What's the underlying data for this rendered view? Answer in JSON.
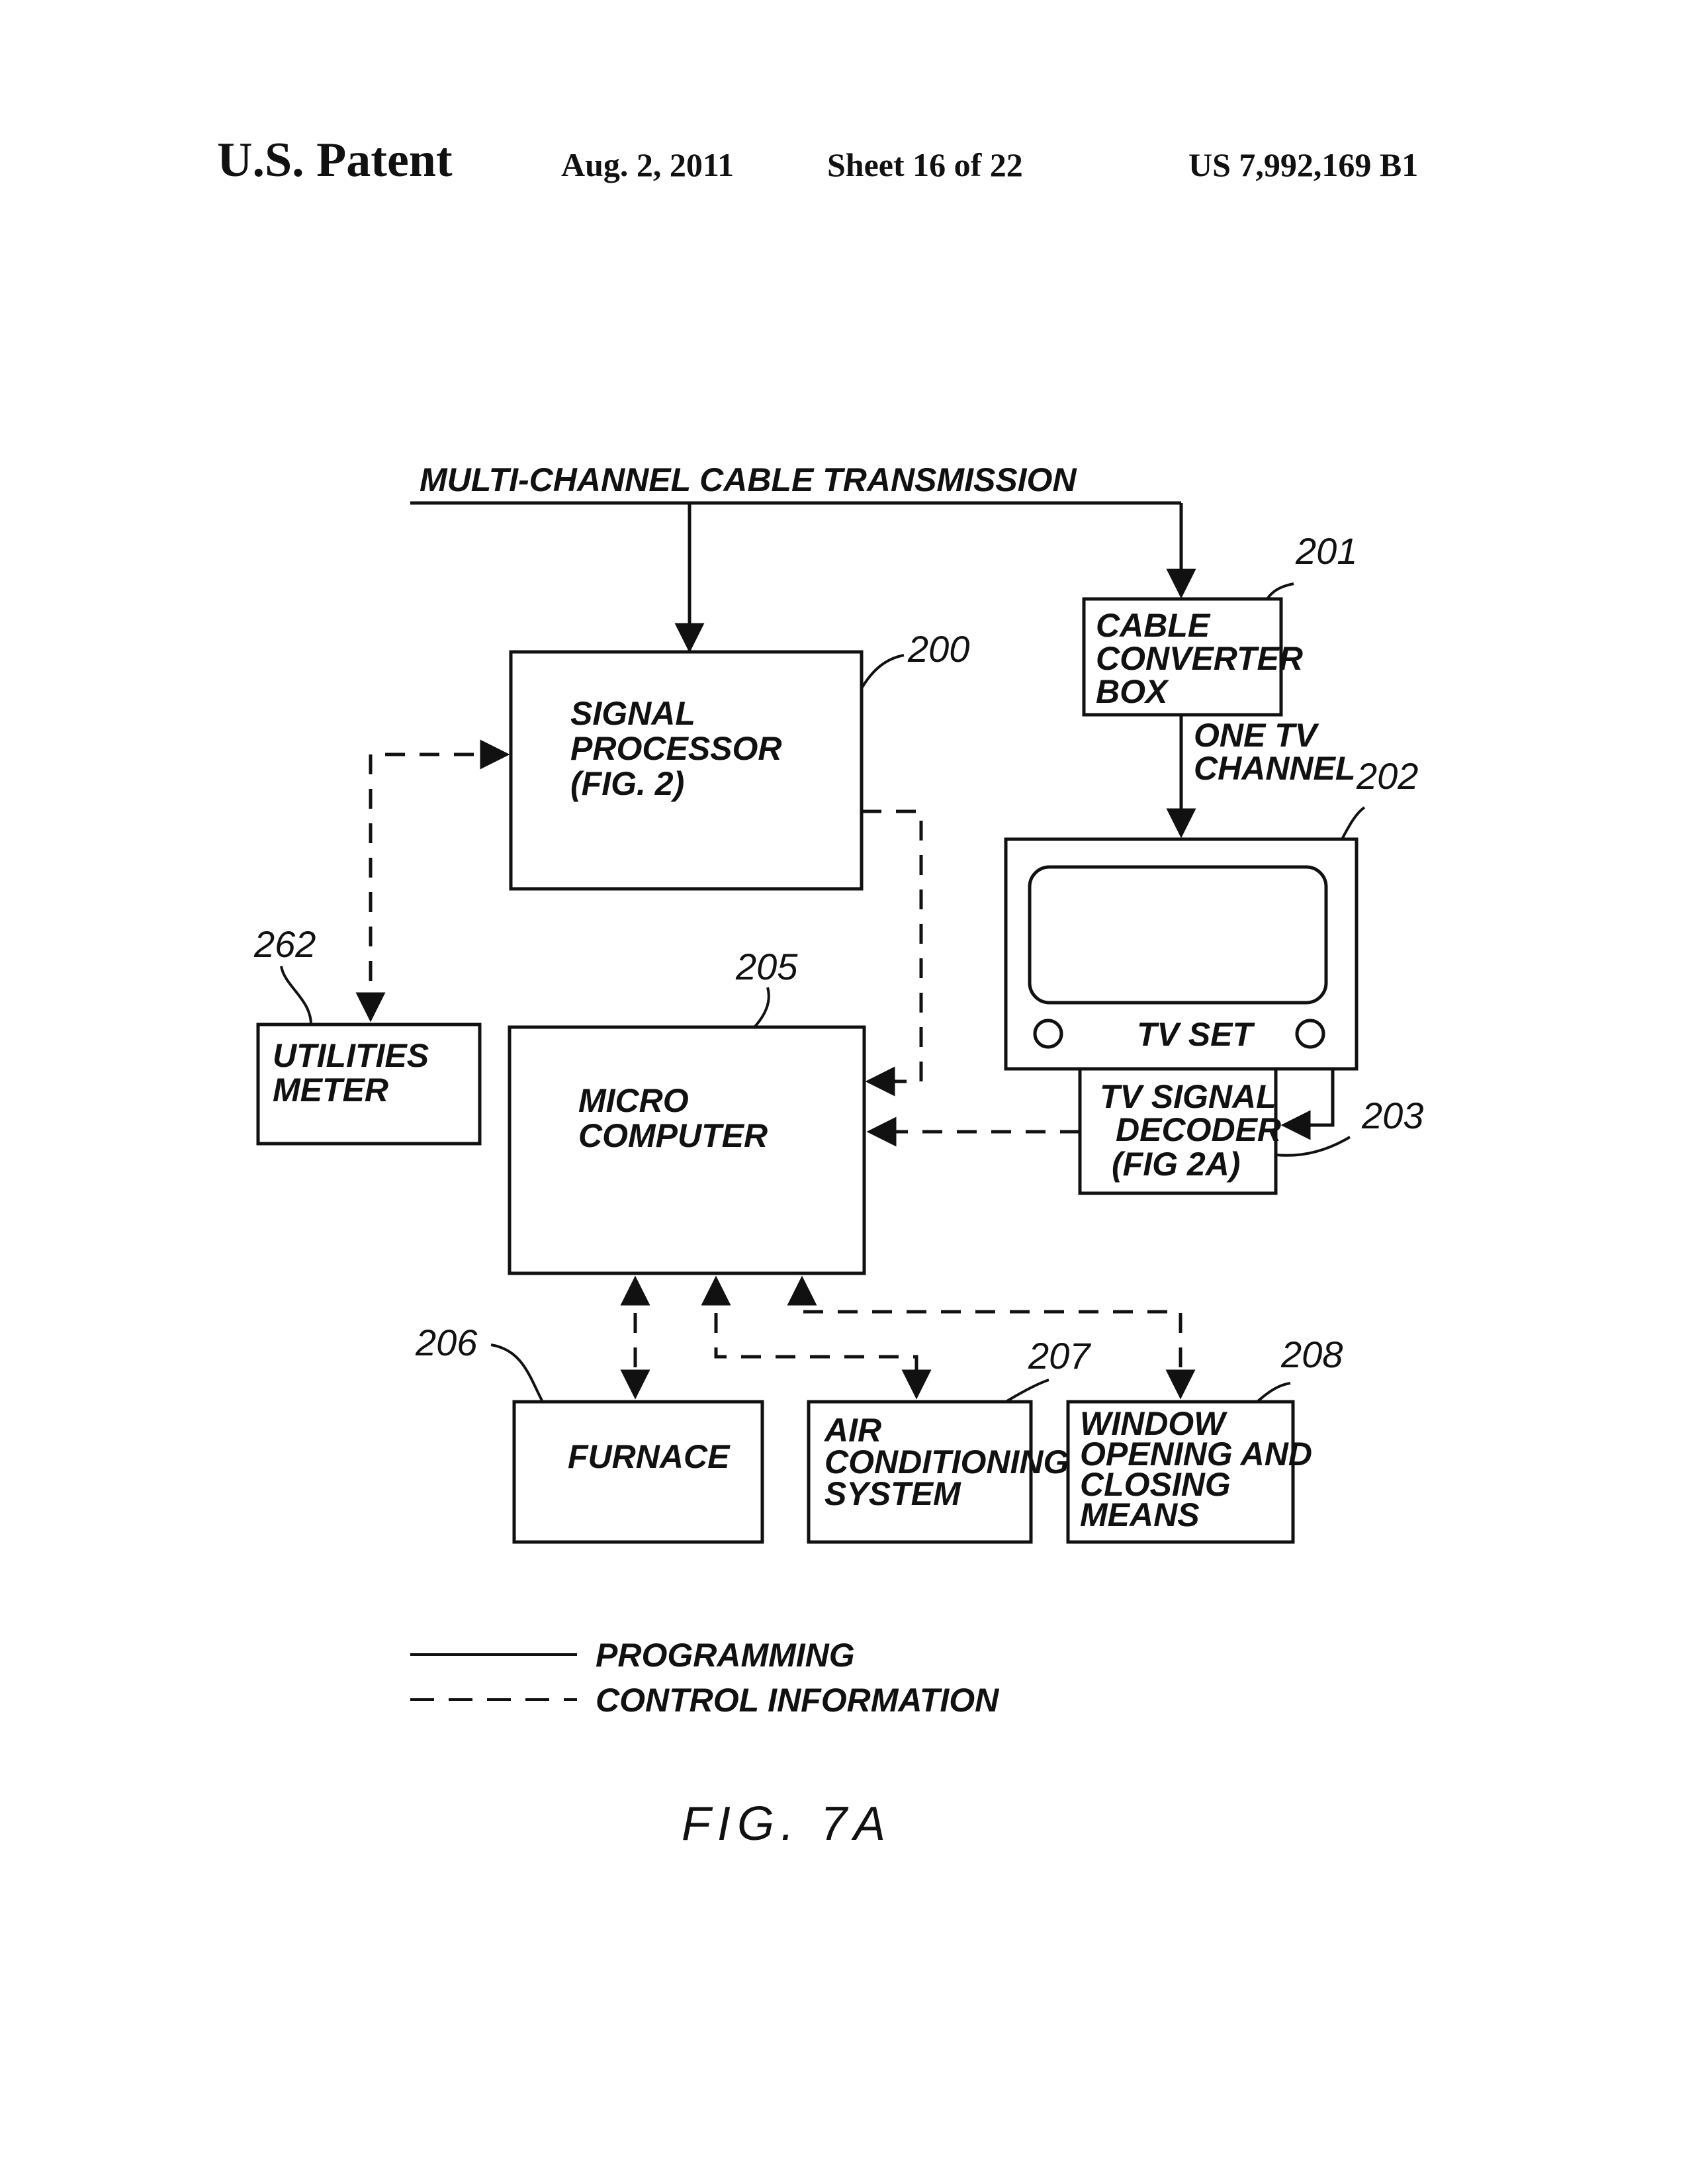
{
  "header": {
    "title": "U.S. Patent",
    "date": "Aug. 2, 2011",
    "sheet": "Sheet 16 of 22",
    "patent_number": "US 7,992,169 B1"
  },
  "diagram": {
    "source_label": "MULTI-CHANNEL CABLE TRANSMISSION",
    "nodes": {
      "signal_processor": {
        "ref": "200",
        "lines": [
          "SIGNAL",
          "PROCESSOR",
          "(FIG. 2)"
        ]
      },
      "cable_box": {
        "ref": "201",
        "lines": [
          "CABLE",
          "CONVERTER",
          "BOX"
        ]
      },
      "tv_set": {
        "ref": "202",
        "label": "TV SET"
      },
      "tv_decoder": {
        "ref": "203",
        "lines": [
          "TV SIGNAL",
          "DECODER",
          "(FIG 2A)"
        ]
      },
      "micro_computer": {
        "ref": "205",
        "lines": [
          "MICRO",
          "COMPUTER"
        ]
      },
      "furnace": {
        "ref": "206",
        "label": "FURNACE"
      },
      "air_conditioning": {
        "ref": "207",
        "lines": [
          "AIR",
          "CONDITIONING",
          "SYSTEM"
        ]
      },
      "window_means": {
        "ref": "208",
        "lines": [
          "WINDOW",
          "OPENING AND",
          "CLOSING",
          "MEANS"
        ]
      },
      "utilities_meter": {
        "ref": "262",
        "lines": [
          "UTILITIES",
          "METER"
        ]
      }
    },
    "edge_label_channel": [
      "ONE TV",
      "CHANNEL"
    ],
    "legend": [
      {
        "style": "solid",
        "label": "PROGRAMMING"
      },
      {
        "style": "dashed",
        "label": "CONTROL INFORMATION"
      }
    ],
    "figure_caption": "FIG. 7A"
  }
}
